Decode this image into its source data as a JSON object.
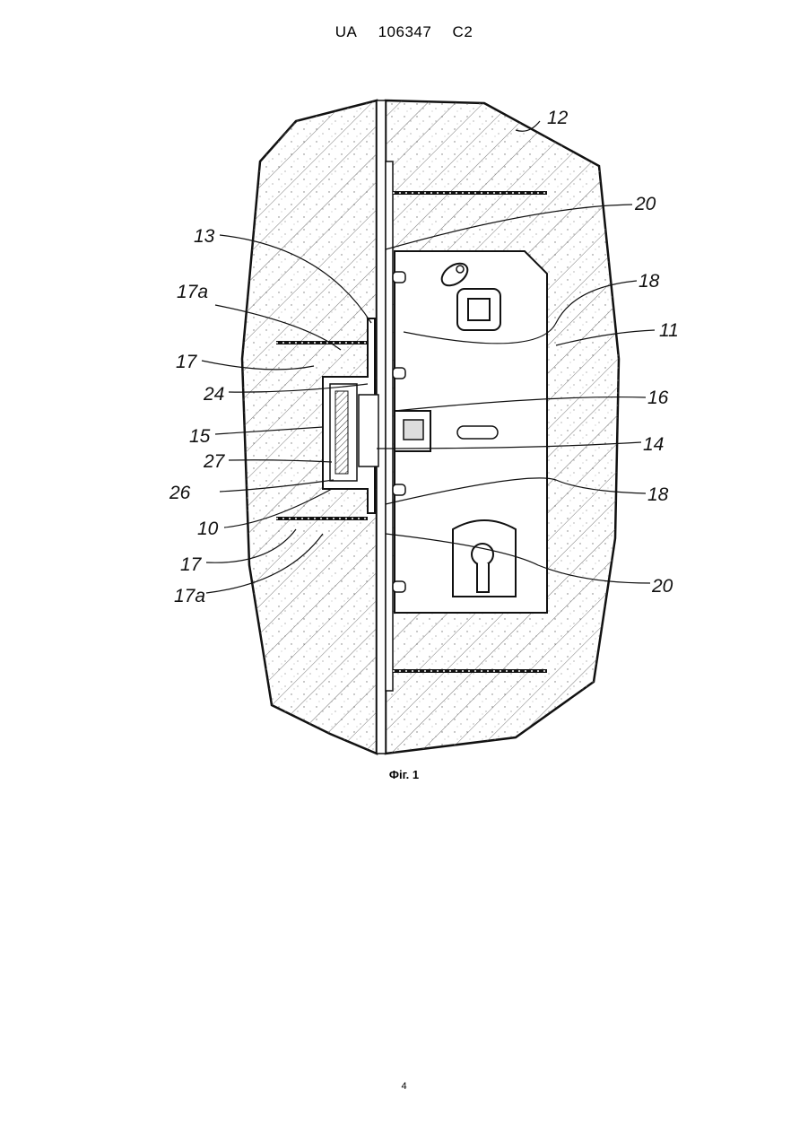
{
  "header": {
    "country": "UA",
    "number": "106347",
    "kind": "C2"
  },
  "figure": {
    "caption": "Фіг. 1",
    "labels": {
      "l12": "12",
      "l20a": "20",
      "l13": "13",
      "l18a": "18",
      "l17a_top": "17a",
      "l11": "11",
      "l17_top": "17",
      "l24": "24",
      "l16": "16",
      "l15": "15",
      "l14": "14",
      "l27": "27",
      "l26": "26",
      "l18b": "18",
      "l10": "10",
      "l17_bot": "17",
      "l20b": "20",
      "l17a_bot": "17a"
    }
  },
  "footer": {
    "page_number": "4"
  }
}
